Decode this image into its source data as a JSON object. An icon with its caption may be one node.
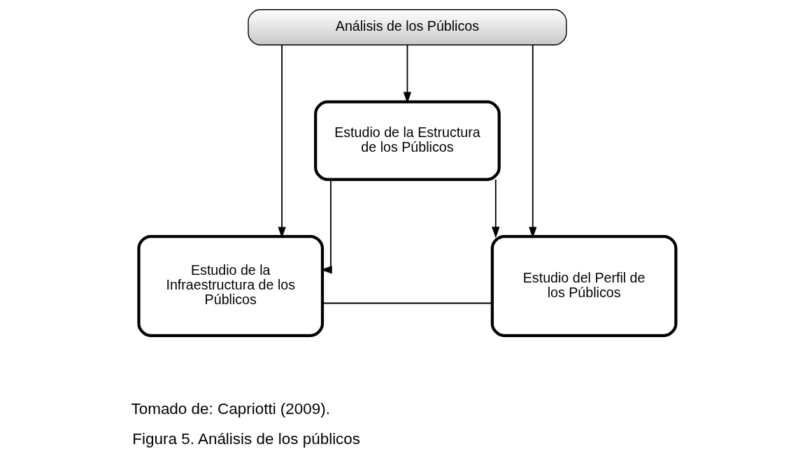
{
  "diagram": {
    "caption": "Figura 5. Análisis de los públicos",
    "nodes": [
      {
        "text": [
          "Análisis de los Públicos"
        ]
      },
      {
        "text": [
          "Estudio de la Estructura de los Públicos"
        ]
      },
      {
        "text": [
          "Estudio de la Infraestructura de los Públicos"
        ]
      },
      {
        "text": [
          "Estudio del Perfil de los Públicos"
        ]
      }
    ],
    "edges": [
      {
        "from": 0,
        "to": 1,
        "arrow": "to"
      },
      {
        "from": 0,
        "to": 2,
        "arrow": "to"
      },
      {
        "from": 0,
        "to": 3,
        "arrow": "to"
      },
      {
        "from": 1,
        "to": 2,
        "arrow": "to"
      },
      {
        "from": 1,
        "to": 3,
        "arrow": "to"
      },
      {
        "from": 2,
        "to": 3,
        "arrow": "none"
      }
    ],
    "labels": [
      "Tomado de: Capriotti (2009)."
    ]
  }
}
